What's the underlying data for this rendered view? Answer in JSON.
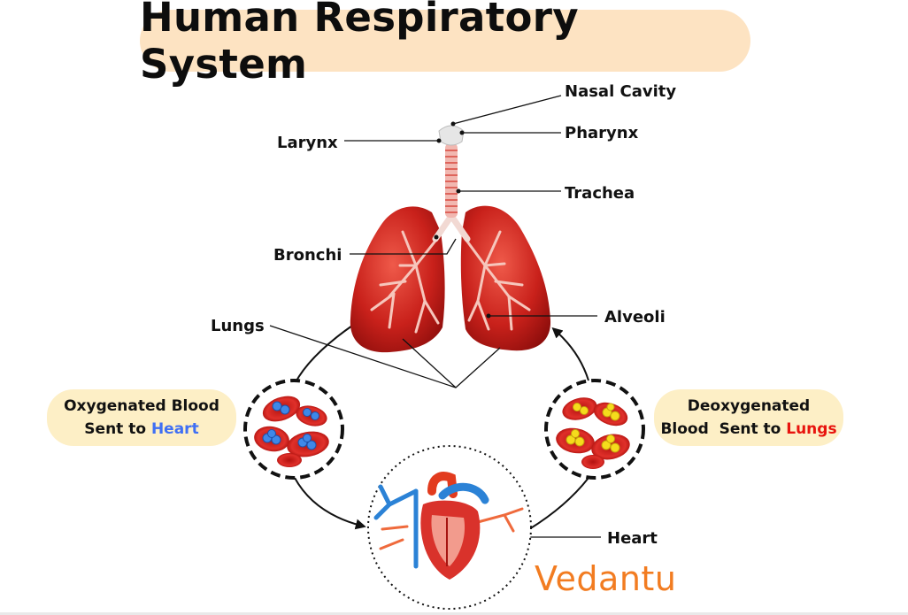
{
  "title": "Human Respiratory System",
  "labels": {
    "nasal_cavity": "Nasal Cavity",
    "pharynx": "Pharynx",
    "larynx": "Larynx",
    "trachea": "Trachea",
    "bronchi": "Bronchi",
    "lungs": "Lungs",
    "alveoli": "Alveoli",
    "heart": "Heart"
  },
  "oxygenated": {
    "line1": "Oxygenated Blood",
    "line2_prefix": "Sent to ",
    "line2_highlight": "Heart"
  },
  "deoxygenated": {
    "line1": "Deoxygenated",
    "line2_prefix": "Blood  Sent to ",
    "line2_highlight": "Lungs"
  },
  "brand": "Vedantu",
  "colors": {
    "title_bg": "#fde3c2",
    "pill_bg": "#fdefc6",
    "heart_highlight": "#3f6ff4",
    "lungs_highlight": "#e8140e",
    "lung_red": "#c8201c",
    "brand_orange": "#f27c21"
  }
}
